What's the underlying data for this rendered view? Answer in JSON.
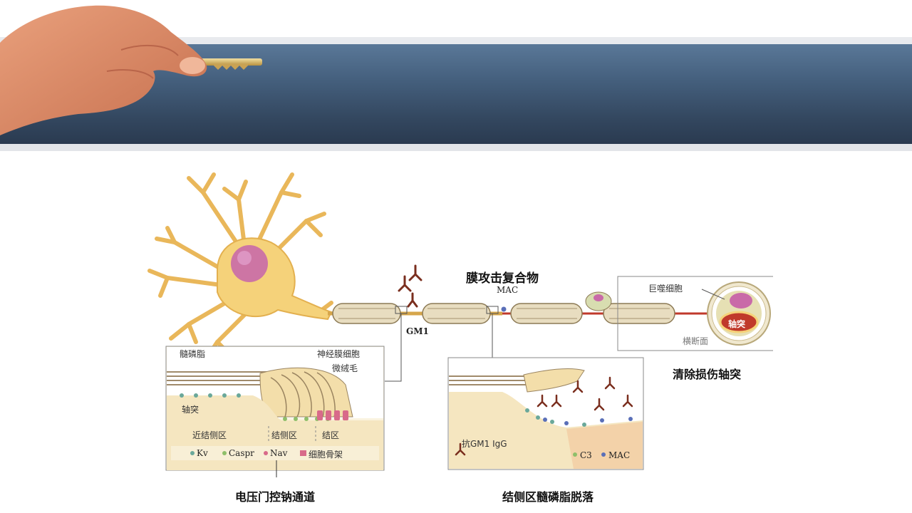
{
  "labels": {
    "mac_cn": "膜攻击复合物",
    "mac_en": "MAC",
    "gm1": "GM1",
    "macrophage": "巨噬细胞",
    "axon_in_circle": "轴突",
    "cross_section": "横断面",
    "clear_damaged_axon": "清除损伤轴突",
    "myelin": "髓磷脂",
    "schwann_cell": "神经膜细胞",
    "microvilli": "微绒毛",
    "axon": "轴突",
    "juxtaparanode": "近结侧区",
    "paranode": "结侧区",
    "node": "结区",
    "legend_kv": "Kv",
    "legend_caspr": "Caspr",
    "legend_nav": "Nav",
    "legend_cytoskeleton": "细胞骨架",
    "voltage_gated_na": "电压门控钠通道",
    "anti_gm1_igg": "抗GM1 IgG",
    "legend_c3": "C3",
    "legend_mac": "MAC",
    "paranode_myelin_detach": "结侧区髓磷脂脱落"
  },
  "colors": {
    "header_dark": "#33475f",
    "neuron_yellow": "#f5d27a",
    "nucleus_pink": "#c96aa8",
    "axon_red": "#c0392b",
    "kv_green": "#6aa89a",
    "caspr_green": "#8fbf6a",
    "nav_pink": "#d86a8a",
    "mac_blue": "#5a6fb8",
    "antibody_brown": "#7a2e1e"
  }
}
